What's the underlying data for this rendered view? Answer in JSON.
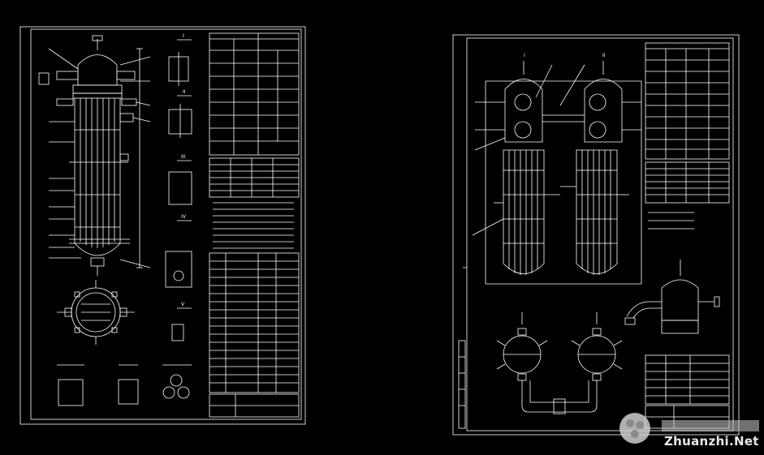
{
  "colors": {
    "background": "#000000",
    "line": "#ffffff",
    "watermark": "#d9d9d9"
  },
  "watermark": {
    "text": "Zhuanzhi.Net",
    "type": "logo"
  },
  "left_sheet": {
    "section_labels": [
      "I",
      "II",
      "III",
      "IV",
      "V"
    ]
  },
  "right_sheet": {
    "labels": [
      "I",
      "II"
    ]
  }
}
